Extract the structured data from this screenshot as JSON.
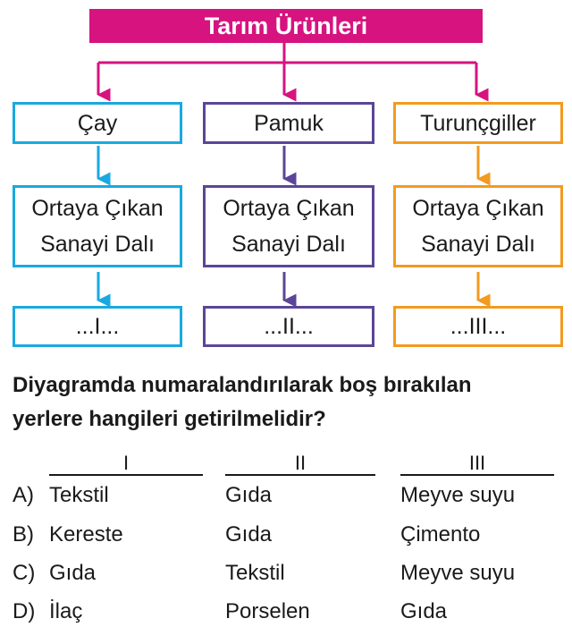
{
  "diagram": {
    "title": "Tarım Ürünleri",
    "columns": [
      {
        "product": "Çay",
        "industry_line1": "Ortaya Çıkan",
        "industry_line2": "Sanayi Dalı",
        "blank": "...I...",
        "color": "#19a9df"
      },
      {
        "product": "Pamuk",
        "industry_line1": "Ortaya Çıkan",
        "industry_line2": "Sanayi Dalı",
        "blank": "...II...",
        "color": "#5b4597"
      },
      {
        "product": "Turunçgiller",
        "industry_line1": "Ortaya Çıkan",
        "industry_line2": "Sanayi Dalı",
        "blank": "...III...",
        "color": "#f39a1f"
      }
    ],
    "title_color": "#d6137f"
  },
  "question": {
    "line1": "Diyagramda numaralandırılarak  boş bırakılan",
    "line2": "yerlere hangileri getirilmelidir?"
  },
  "table": {
    "headers": [
      "I",
      "II",
      "III"
    ],
    "options": [
      {
        "letter": "A)",
        "values": [
          "Tekstil",
          "Gıda",
          "Meyve suyu"
        ]
      },
      {
        "letter": "B)",
        "values": [
          "Kereste",
          "Gıda",
          "Çimento"
        ]
      },
      {
        "letter": "C)",
        "values": [
          "Gıda",
          "Tekstil",
          "Meyve suyu"
        ]
      },
      {
        "letter": "D)",
        "values": [
          "İlaç",
          "Porselen",
          "Gıda"
        ]
      }
    ]
  }
}
